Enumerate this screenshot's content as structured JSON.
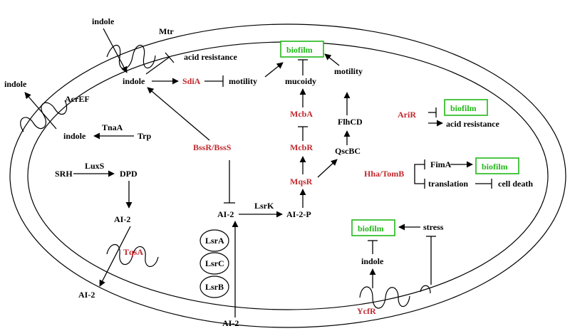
{
  "diagram": {
    "nodes": {
      "indole_outside_top": "indole",
      "mtr": "Mtr",
      "indole_inner": "indole",
      "acid_resistance_top": "acid resistance",
      "sdia": "SdiA",
      "motility_left": "motility",
      "biofilm_top": "biofilm",
      "mucoidy": "mucoidy",
      "motility_right": "motility",
      "indole_outside_left": "indole",
      "acref": "AcrEF",
      "indole_mid": "indole",
      "tnaa": "TnaA",
      "trp": "Trp",
      "mcba": "McbA",
      "flhcd": "FlhCD",
      "aririr": "AriR",
      "biofilm_arir": "biofilm",
      "acid_resistance_arir": "acid resistance",
      "bssr_bsss": "BssR/BssS",
      "mcbr": "McbR",
      "qscbc": "QscBC",
      "srh": "SRH",
      "luxs": "LuxS",
      "dpd": "DPD",
      "mqsr": "MqsR",
      "hha_tomb": "Hha/TomB",
      "fima": "FimA",
      "biofilm_fima": "biofilm",
      "translation": "translation",
      "cell_death": "cell death",
      "lsrk": "LsrK",
      "ai2_inner": "AI-2",
      "ai2_p": "AI-2-P",
      "ai2_left": "AI-2",
      "biofilm_bottom": "biofilm",
      "stress": "stress",
      "lsra": "LsrA",
      "lsrc": "LsrC",
      "lsrb": "LsrB",
      "tqsa": "TqsA",
      "indole_bottom": "indole",
      "ai2_outside_left": "AI-2",
      "yceR": "YcfR",
      "ai2_bottom": "AI-2"
    }
  }
}
